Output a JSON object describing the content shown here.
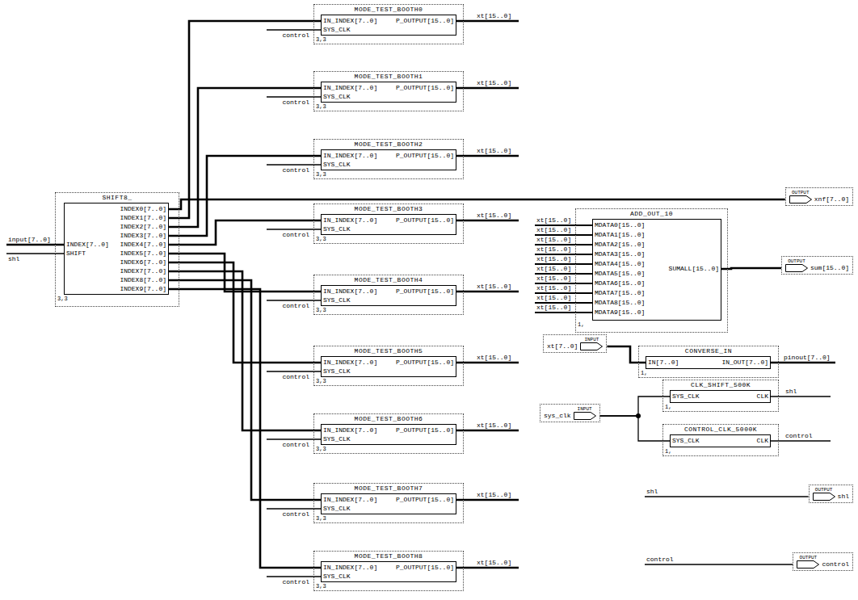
{
  "diagram": {
    "nodes": [
      {
        "text": [
          "SHIFT8_",
          "INDEX[7..0]",
          "SHIFT",
          "INDEX0[7..0]",
          "INDEX1[7..0]",
          "INDEX2[7..0]",
          "INDEX3[7..0]",
          "INDEX4[7..0]",
          "INDEX5[7..0]",
          "INDEX6[7..0]",
          "INDEX7[7..0]",
          "INDEX8[7..0]",
          "INDEX9[7..0]",
          "3,3"
        ]
      },
      {
        "text": [
          "MODE_TEST_BOOTH0",
          "IN_INDEX[7..0]",
          "SYS_CLK",
          "P_OUTPUT[15..0]",
          "3,3"
        ]
      },
      {
        "text": [
          "MODE_TEST_BOOTH1",
          "IN_INDEX[7..0]",
          "SYS_CLK",
          "P_OUTPUT[15..0]",
          "3,3"
        ]
      },
      {
        "text": [
          "MODE_TEST_BOOTH2",
          "IN_INDEX[7..0]",
          "SYS_CLK",
          "P_OUTPUT[15..0]",
          "3,3"
        ]
      },
      {
        "text": [
          "MODE_TEST_BOOTH3",
          "IN_INDEX[7..0]",
          "SYS_CLK",
          "P_OUTPUT[15..0]",
          "3,3"
        ]
      },
      {
        "text": [
          "MODE_TEST_BOOTH4",
          "IN_INDEX[7..0]",
          "SYS_CLK",
          "P_OUTPUT[15..0]",
          "3,3"
        ]
      },
      {
        "text": [
          "MODE_TEST_BOOTH5",
          "IN_INDEX[7..0]",
          "SYS_CLK",
          "P_OUTPUT[15..0]",
          "3,3"
        ]
      },
      {
        "text": [
          "MODE_TEST_BOOTH6",
          "IN_INDEX[7..0]",
          "SYS_CLK",
          "P_OUTPUT[15..0]",
          "3,3"
        ]
      },
      {
        "text": [
          "MODE_TEST_BOOTH7",
          "IN_INDEX[7..0]",
          "SYS_CLK",
          "P_OUTPUT[15..0]",
          "3,3"
        ]
      },
      {
        "text": [
          "MODE_TEST_BOOTH8",
          "IN_INDEX[7..0]",
          "SYS_CLK",
          "P_OUTPUT[15..0]",
          "3,3"
        ]
      },
      {
        "text": [
          "OUTPUT",
          "xnf[7..0]"
        ]
      },
      {
        "text": [
          "ADD_OUT_10",
          "MDATA0[15..0]",
          "MDATA1[15..0]",
          "MDATA2[15..0]",
          "MDATA3[15..0]",
          "MDATA4[15..0]",
          "MDATA5[15..0]",
          "MDATA6[15..0]",
          "MDATA7[15..0]",
          "MDATA8[15..0]",
          "MDATA9[15..0]",
          "SUMALL[15..0]",
          "1,"
        ]
      },
      {
        "text": [
          "OUTPUT",
          "sum[15..0]"
        ]
      },
      {
        "text": [
          "xt[7..0]",
          "INPUT"
        ]
      },
      {
        "text": [
          "CONVERSE_IN",
          "IN[7..0]",
          "IN_OUT[7..0]",
          "1,"
        ]
      },
      {
        "text": [
          "sys_clk",
          "INPUT"
        ]
      },
      {
        "text": [
          "CLK_SHIFT_500K",
          "SYS_CLK",
          "CLK",
          "1,"
        ]
      },
      {
        "text": [
          "CONTROL_CLK_5000K",
          "SYS_CLK",
          "CLK",
          "1,"
        ]
      },
      {
        "text": [
          "OUTPUT",
          "shl"
        ]
      },
      {
        "text": [
          "OUTPUT",
          "control"
        ]
      }
    ],
    "edges": [
      {
        "from": 0,
        "to": 1,
        "arrow": "none"
      },
      {
        "from": 0,
        "to": 2,
        "arrow": "none"
      },
      {
        "from": 0,
        "to": 3,
        "arrow": "none"
      },
      {
        "from": 0,
        "to": 4,
        "arrow": "none"
      },
      {
        "from": 0,
        "to": 5,
        "arrow": "none"
      },
      {
        "from": 0,
        "to": 6,
        "arrow": "none"
      },
      {
        "from": 0,
        "to": 7,
        "arrow": "none"
      },
      {
        "from": 0,
        "to": 8,
        "arrow": "none"
      },
      {
        "from": 0,
        "to": 9,
        "arrow": "none"
      },
      {
        "from": 0,
        "to": 10,
        "arrow": "none"
      },
      {
        "from": 11,
        "to": 12,
        "arrow": "none"
      },
      {
        "from": 13,
        "to": 14,
        "arrow": "none"
      },
      {
        "from": 15,
        "to": 16,
        "arrow": "none"
      },
      {
        "from": 15,
        "to": 17,
        "arrow": "none"
      }
    ],
    "labels": [
      "input[7..0]",
      "shl",
      "control",
      "xt[15..0]",
      "control",
      "xt[15..0]",
      "control",
      "xt[15..0]",
      "control",
      "xt[15..0]",
      "control",
      "xt[15..0]",
      "control",
      "xt[15..0]",
      "control",
      "xt[15..0]",
      "control",
      "xt[15..0]",
      "control",
      "xt[15..0]",
      "xt[15..0]",
      "xt[15..0]",
      "xt[15..0]",
      "xt[15..0]",
      "xt[15..0]",
      "xt[15..0]",
      "xt[15..0]",
      "xt[15..0]",
      "xt[15..0]",
      "xt[15..0]",
      "pinout[7..0]",
      "shl",
      "control",
      "shl",
      "control"
    ]
  }
}
